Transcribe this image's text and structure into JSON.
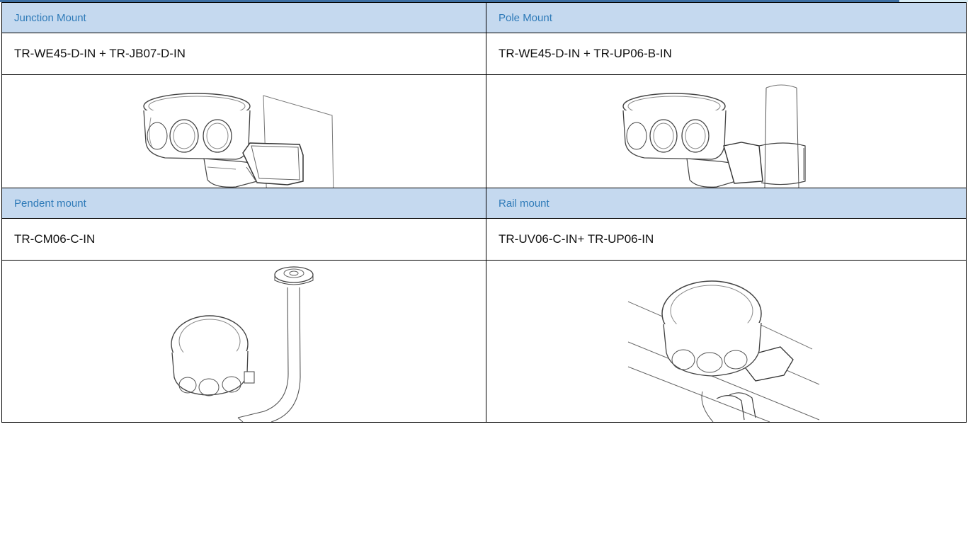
{
  "cells": {
    "junction": {
      "title": "Junction Mount",
      "model": "TR-WE45-D-IN + TR-JB07-D-IN",
      "image_icon": "junction-mount-drawing"
    },
    "pole": {
      "title": "Pole Mount",
      "model": "TR-WE45-D-IN + TR-UP06-B-IN",
      "image_icon": "pole-mount-drawing"
    },
    "pendent": {
      "title": "Pendent mount",
      "model": "TR-CM06-C-IN",
      "image_icon": "pendent-mount-drawing"
    },
    "rail": {
      "title": "Rail mount",
      "model": "TR-UV06-C-IN+ TR-UP06-IN",
      "image_icon": "rail-mount-drawing"
    }
  },
  "colors": {
    "header_bg": "#c5d9ef",
    "header_text": "#2e7ab8",
    "border": "#000000",
    "top_rule": "#3d6fa3"
  }
}
